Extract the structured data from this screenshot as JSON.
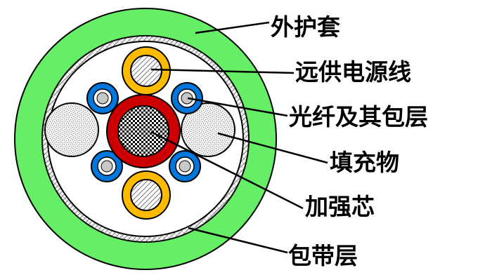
{
  "labels": {
    "outer_jacket": "外护套",
    "power_line": "远供电源线",
    "fiber_and_coating": "光纤及其包层",
    "filler": "填充物",
    "strength_core": "加强芯",
    "wrapping_tape": "包带层"
  },
  "colors": {
    "outer_jacket": "#66ee66",
    "power_insulation": "#ffbb00",
    "fiber_coating": "#0077dd",
    "strength_insulation": "#cc0000",
    "filler": "#e6e6e6",
    "outline": "#000000"
  }
}
